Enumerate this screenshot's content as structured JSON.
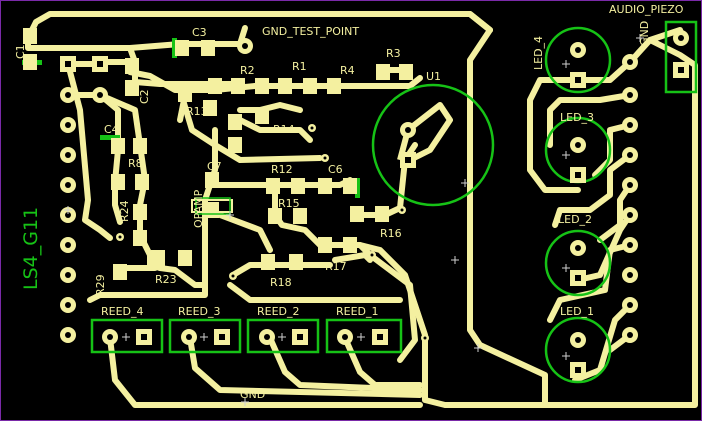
{
  "board": {
    "title": "LS4_G11",
    "colors": {
      "background": "#000000",
      "copper": "#f4f0a0",
      "silk": "#16c216",
      "cross": "#d0d0d0",
      "frame": "#7a2aa8"
    }
  },
  "components": {
    "c1": "C1",
    "c2": "C2",
    "c3": "C3",
    "c4": "C4",
    "c6": "C6",
    "c7": "C7",
    "r1": "R1",
    "r2": "R2",
    "r3": "R3",
    "r4": "R4",
    "r8": "R8",
    "r12": "R12",
    "r13": "R13",
    "r14": "R14",
    "r15": "R15",
    "r16": "R16",
    "r17": "R17",
    "r18": "R18",
    "r23": "R23",
    "r24": "R24",
    "r29": "R29",
    "u1": "U1",
    "opamp": "OPAMP",
    "gnd_test_point": "GND_TEST_POINT",
    "gnd_bottom": "GND",
    "gnd_piezo": "GND",
    "audio_piezo": "AUDIO_PIEZO",
    "led1": "LED_1",
    "led2": "LED_2",
    "led3": "LED_3",
    "led4": "LED_4",
    "reed1": "REED_1",
    "reed2": "REED_2",
    "reed3": "REED_3",
    "reed4": "REED_4"
  }
}
